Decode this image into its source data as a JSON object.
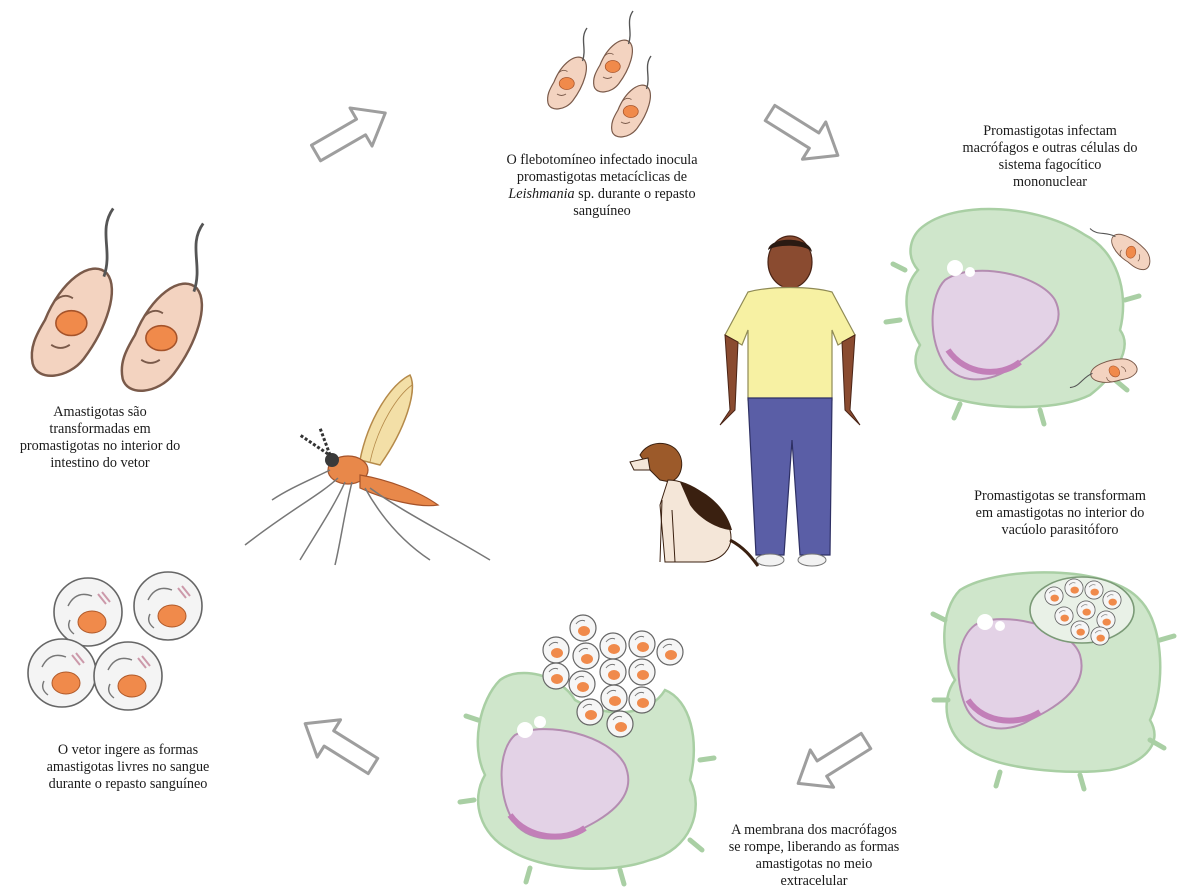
{
  "captions": {
    "step1": {
      "line1": "O flebotomíneo infectado inocula",
      "line2": "promastigotas metacíclicas  de",
      "line3_italic": "Leishmania",
      "line3_rest": " sp. durante o repasto",
      "line4": "sanguíneo"
    },
    "step2": {
      "line1": "Promastigotas infectam",
      "line2": "macrófagos  e outras células do",
      "line3": "sistema fagocítico",
      "line4": "mononuclear"
    },
    "step3": {
      "line1": "Promastigotas se transformam",
      "line2": "em  amastigotas no interior do",
      "line3": "vacúolo parasitóforo"
    },
    "step4": {
      "line1": "A membrana  dos macrófagos",
      "line2": "se rompe, liberando as formas",
      "line3": "amastigotas no meio",
      "line4": "extracelular"
    },
    "step5": {
      "line1": "O vetor ingere as formas",
      "line2": "amastigotas livres no sangue",
      "line3": "durante o repasto sanguíneo"
    },
    "step6": {
      "line1": "Amastigotas são",
      "line2": "transformadas em",
      "line3": "promastigotas no interior do",
      "line4": "intestino do vetor"
    }
  },
  "colors": {
    "macrophage": "#cfe6cb",
    "macrophage_edge": "#a9cfa4",
    "nucleus": "#e3d2e6",
    "nucleus_edge": "#c9a3c6",
    "parasite_body": "#f3d3c0",
    "parasite_nucleus": "#f08a4b",
    "arrow": "#9e9e9e",
    "sandfly": "#e8884a",
    "shirt": "#f7f1a3",
    "pants": "#5a5ea6",
    "skin": "#8a4b30"
  },
  "icons": [
    "promastigote-icon",
    "macrophage-icon",
    "amastigote-icon",
    "sandfly-icon",
    "human-icon",
    "dog-icon",
    "cycle-arrow-icon"
  ]
}
